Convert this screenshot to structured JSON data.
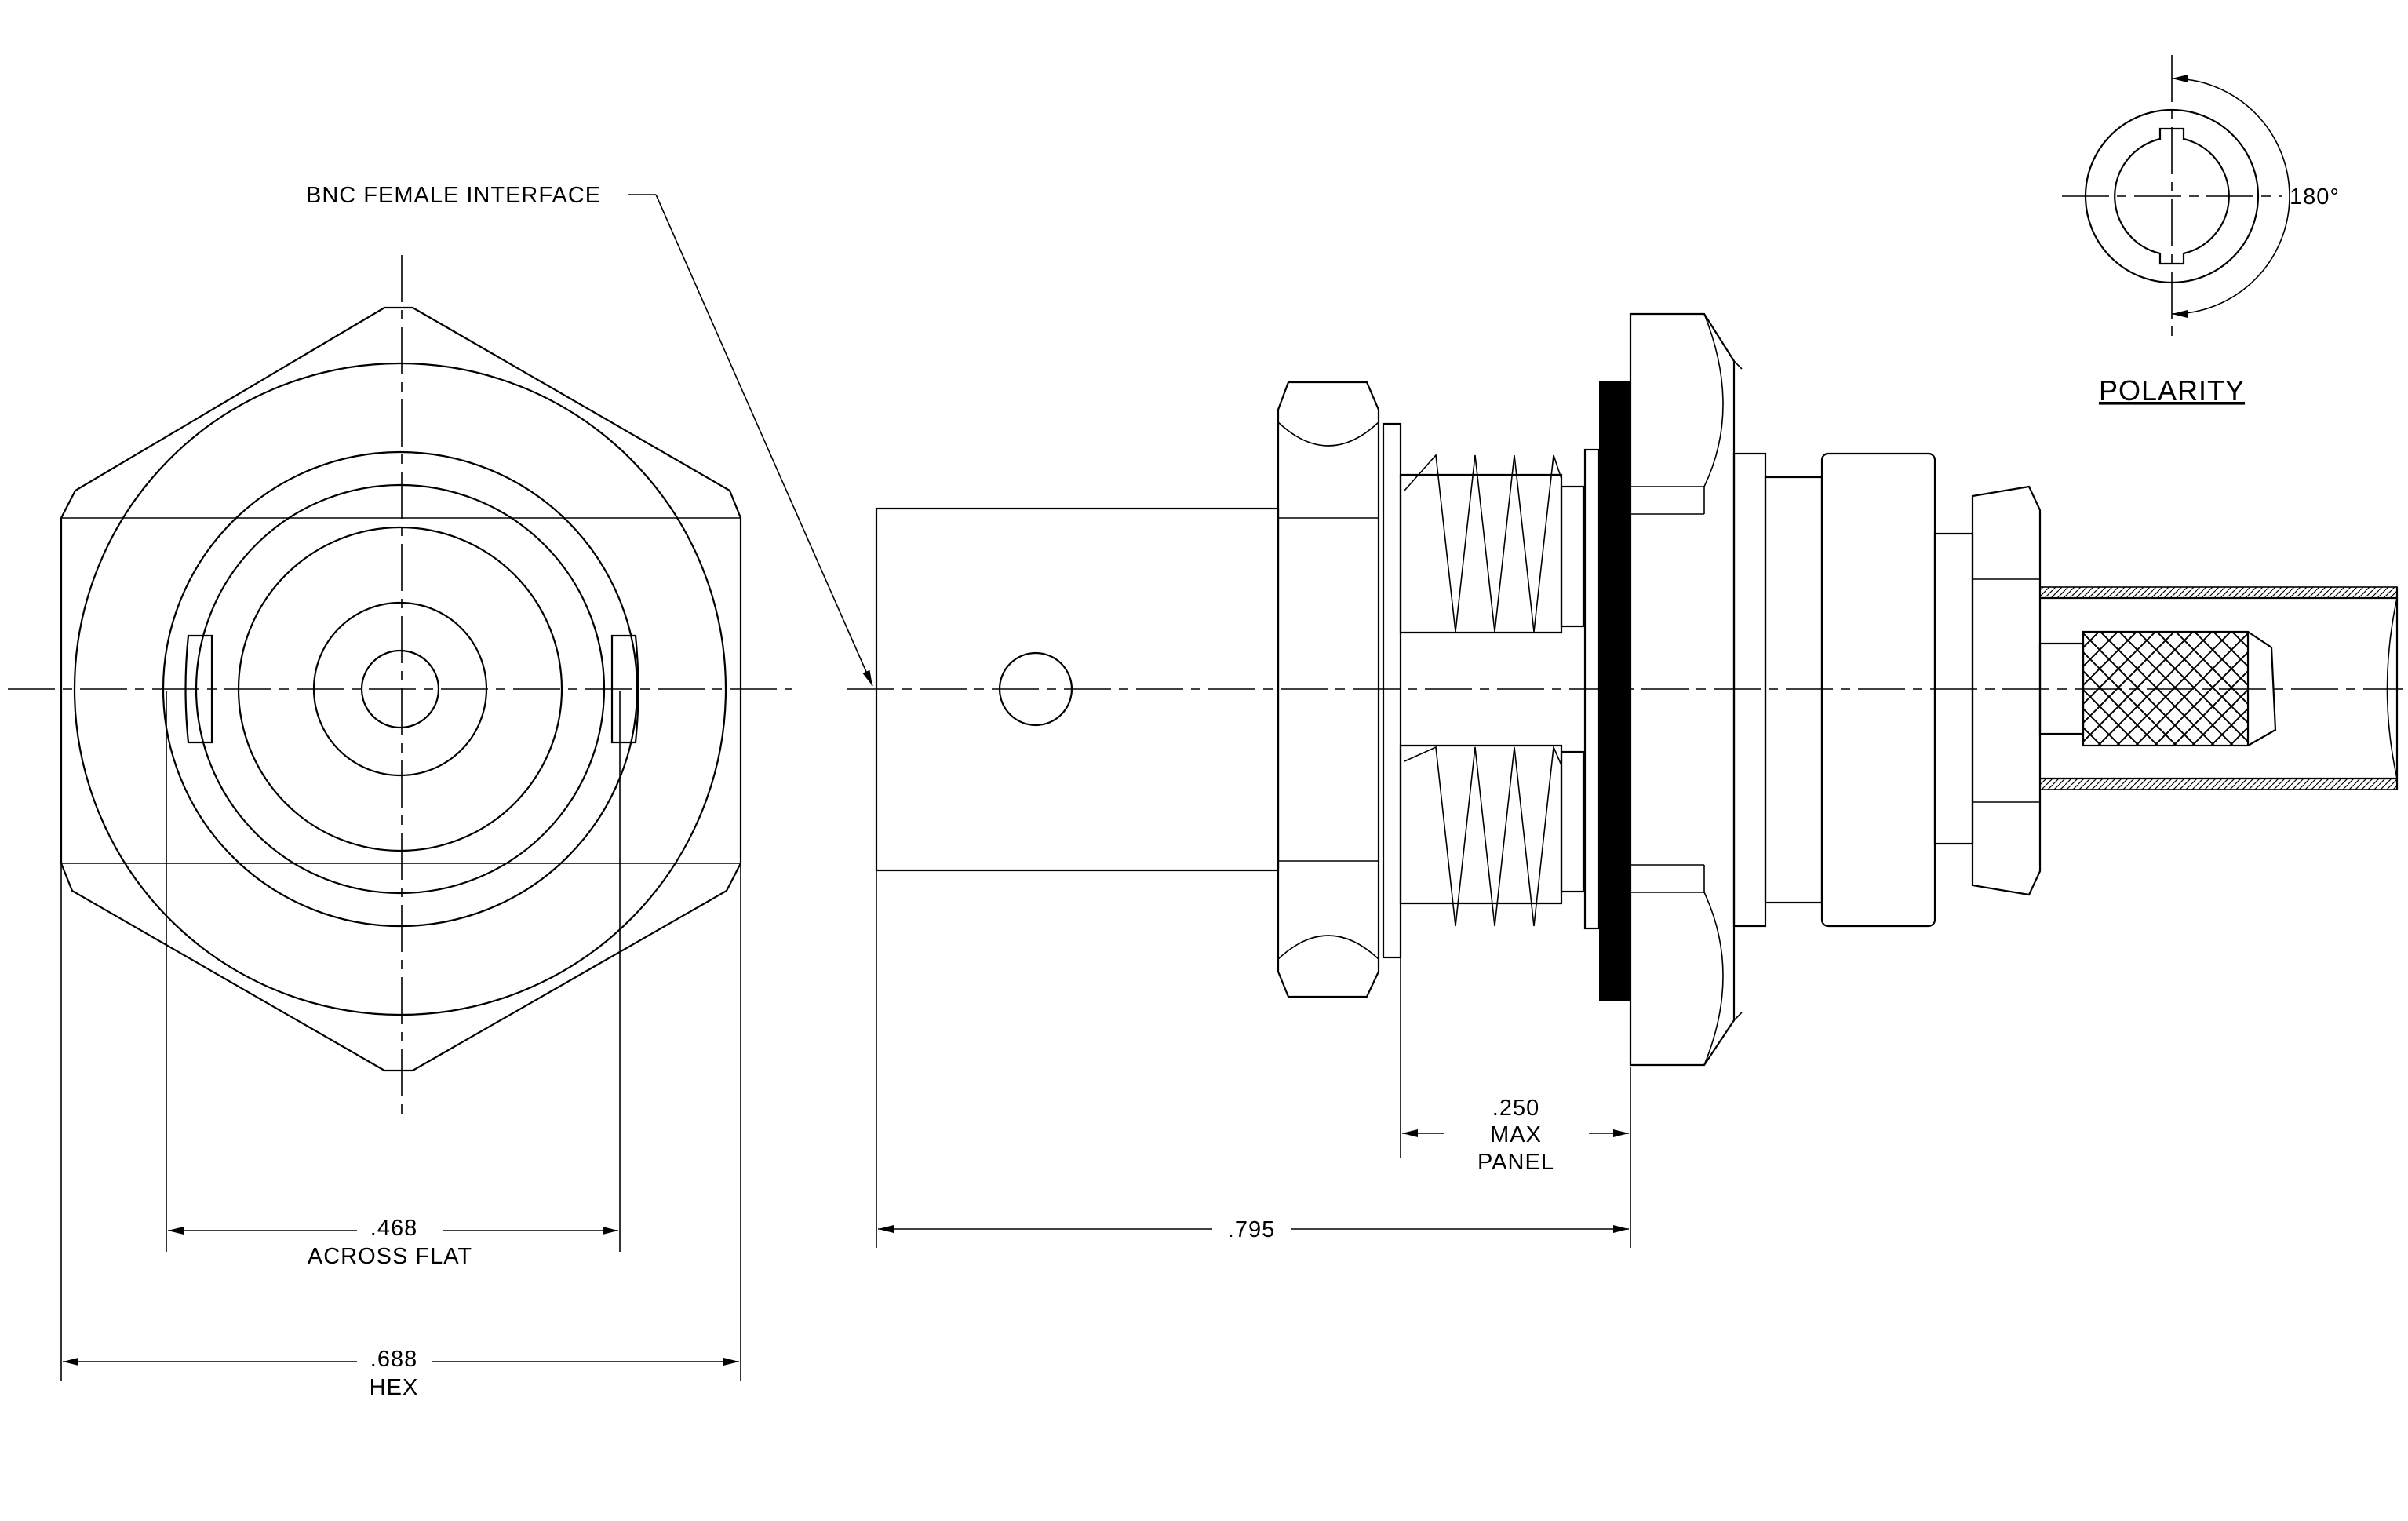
{
  "callout": "BNC FEMALE INTERFACE",
  "dimensions": {
    "across_flat": {
      "value": ".468",
      "text": "ACROSS FLAT"
    },
    "hex": {
      "value": ".688",
      "text": "HEX"
    },
    "length": {
      "value": ".795"
    },
    "panel": {
      "value": ".250",
      "line2": "MAX",
      "line3": "PANEL"
    }
  },
  "polarity": {
    "title": "POLARITY",
    "angle": "180°"
  }
}
